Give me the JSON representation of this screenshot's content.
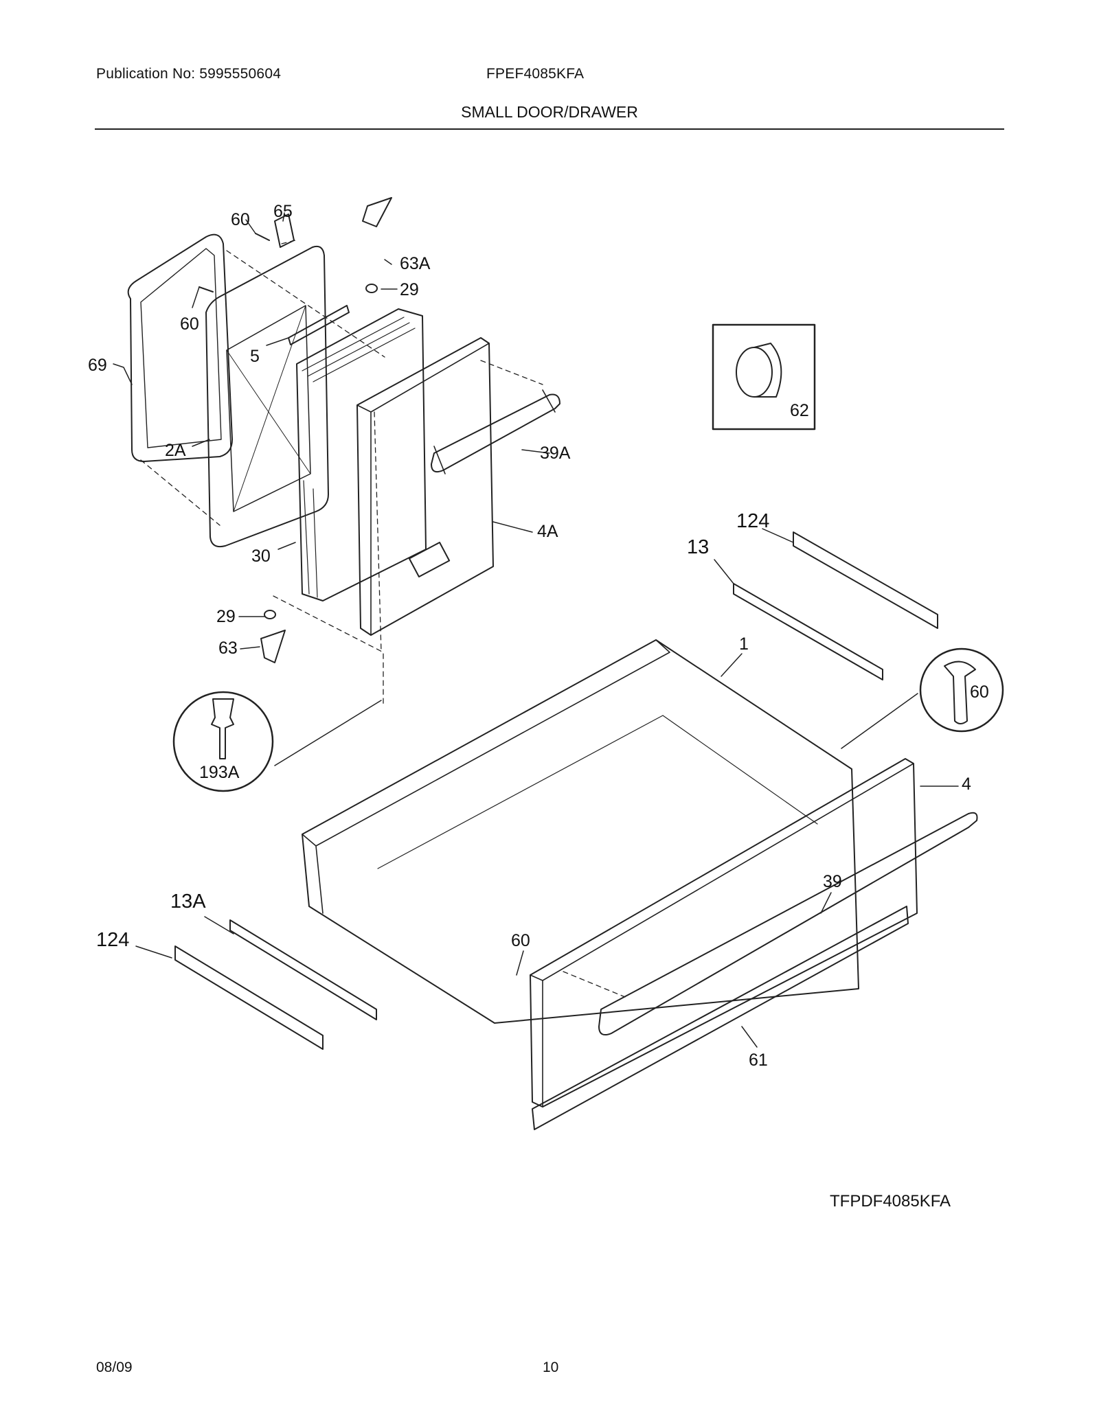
{
  "header": {
    "publication": "Publication No: 5995550604",
    "model": "FPEF4085KFA",
    "title": "SMALL DOOR/DRAWER"
  },
  "diagram": {
    "figure_code": "TFPDF4085KFA",
    "callouts": {
      "c60_top": "60",
      "c65": "65",
      "c63A": "63A",
      "c29_top": "29",
      "c60_left": "60",
      "c5": "5",
      "c69": "69",
      "c2A": "2A",
      "c39A": "39A",
      "c4A": "4A",
      "c30": "30",
      "c62": "62",
      "c124_top": "124",
      "c13": "13",
      "c1": "1",
      "c29_bottom": "29",
      "c63": "63",
      "c60_circle": "60",
      "c193A": "193A",
      "c4": "4",
      "c39": "39",
      "c13A": "13A",
      "c124_bottom": "124",
      "c60_bottom": "60",
      "c61": "61"
    }
  },
  "footer": {
    "date": "08/09",
    "page": "10"
  }
}
